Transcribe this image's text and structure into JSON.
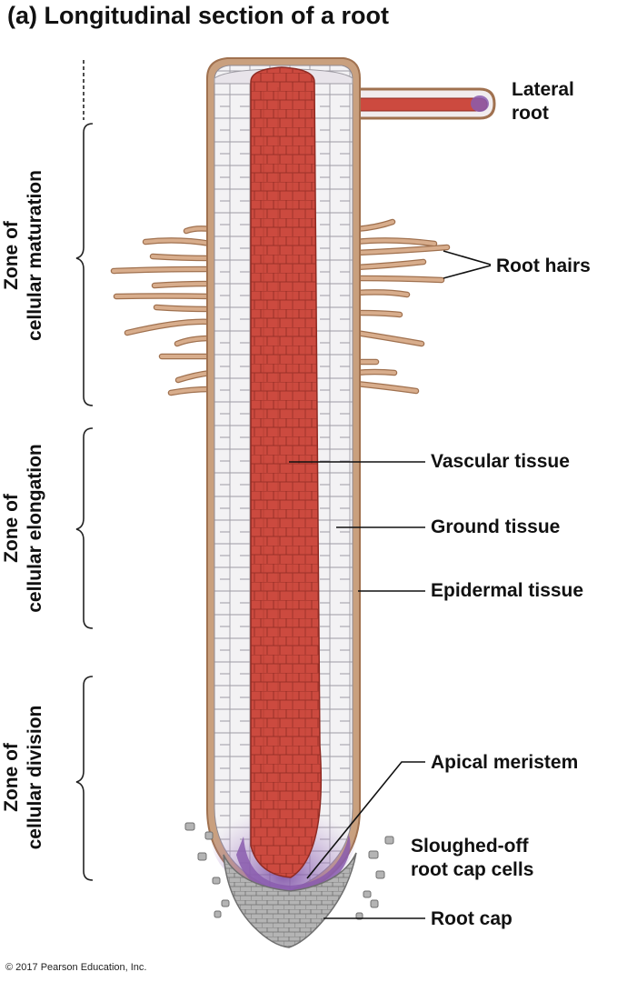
{
  "title": {
    "letter": "(a)",
    "text": "Longitudinal section of a root"
  },
  "zones": {
    "maturation": [
      "Zone of",
      "cellular maturation"
    ],
    "elongation": [
      "Zone of",
      "cellular elongation"
    ],
    "division": [
      "Zone of",
      "cellular division"
    ]
  },
  "labels": {
    "lateral_root": [
      "Lateral",
      "root"
    ],
    "root_hairs": "Root hairs",
    "vascular_tissue": "Vascular tissue",
    "ground_tissue": "Ground tissue",
    "epidermal_tissue": "Epidermal tissue",
    "apical_meristem": "Apical meristem",
    "sloughed_off": [
      "Sloughed-off",
      "root cap cells"
    ],
    "root_cap": "Root cap"
  },
  "copyright": "© 2017 Pearson Education, Inc.",
  "colors": {
    "vascular": "#c8463c",
    "vascular_dark": "#8e2a22",
    "ground": "#f3f2f4",
    "epidermis": "#c9a07e",
    "meristem": "#8a5cae",
    "root_cap": "#a3a3a3",
    "root_hair": "#d3a887"
  }
}
